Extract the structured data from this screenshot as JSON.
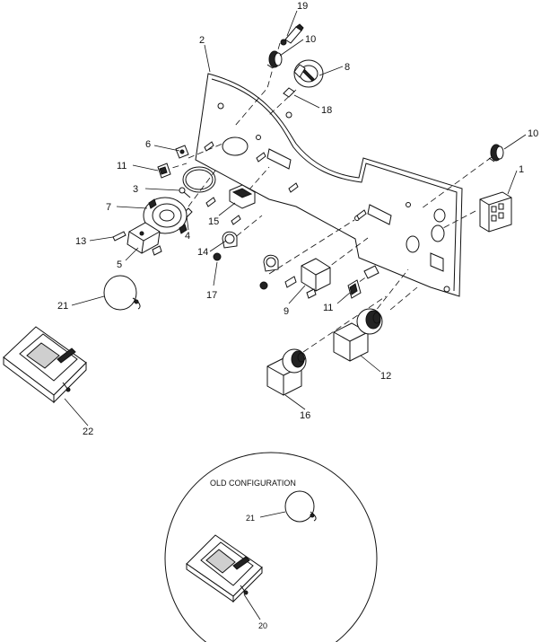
{
  "diagram": {
    "callouts": {
      "c1": "1",
      "c2": "2",
      "c3": "3",
      "c4": "4",
      "c5": "5",
      "c6": "6",
      "c7": "7",
      "c8": "8",
      "c9": "9",
      "c10a": "10",
      "c10b": "10",
      "c11a": "11",
      "c11b": "11",
      "c12": "12",
      "c13": "13",
      "c14": "14",
      "c15": "15",
      "c16": "16",
      "c17": "17",
      "c18": "18",
      "c19": "19",
      "c20": "20",
      "c21a": "21",
      "c21b": "21",
      "c22": "22"
    },
    "inset": {
      "caption": "OLD CONFIGURATION"
    }
  }
}
